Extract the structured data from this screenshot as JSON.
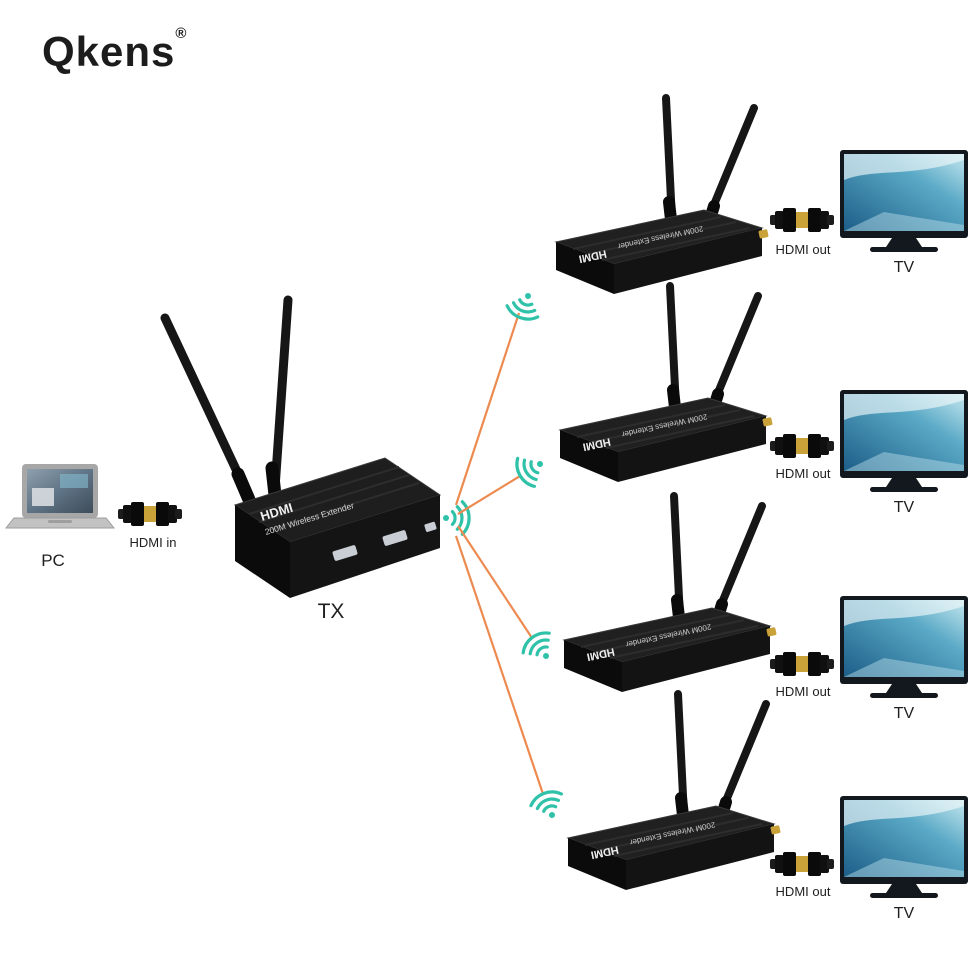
{
  "brand": {
    "name": "Qkens",
    "registered_mark": "®"
  },
  "source": {
    "pc_label": "PC",
    "hdmi_in_label": "HDMI in",
    "tx_label": "TX"
  },
  "device_text": {
    "brand": "HDMI",
    "model": "200M Wireless Extender"
  },
  "receivers": [
    {
      "hdmi_out_label": "HDMI out",
      "tv_label": "TV"
    },
    {
      "hdmi_out_label": "HDMI out",
      "tv_label": "TV"
    },
    {
      "hdmi_out_label": "HDMI out",
      "tv_label": "TV"
    },
    {
      "hdmi_out_label": "HDMI out",
      "tv_label": "TV"
    }
  ],
  "icons": {
    "laptop": "laptop-icon",
    "hdmi_cable": "hdmi-cable-icon",
    "wifi": "wifi-icon",
    "transmitter": "tx-device",
    "receiver": "receiver-device",
    "tv": "tv-icon"
  },
  "colors": {
    "wifi": "#2fc2a8",
    "signal_line": "#ed8a50",
    "gold": "#c9a23a"
  }
}
